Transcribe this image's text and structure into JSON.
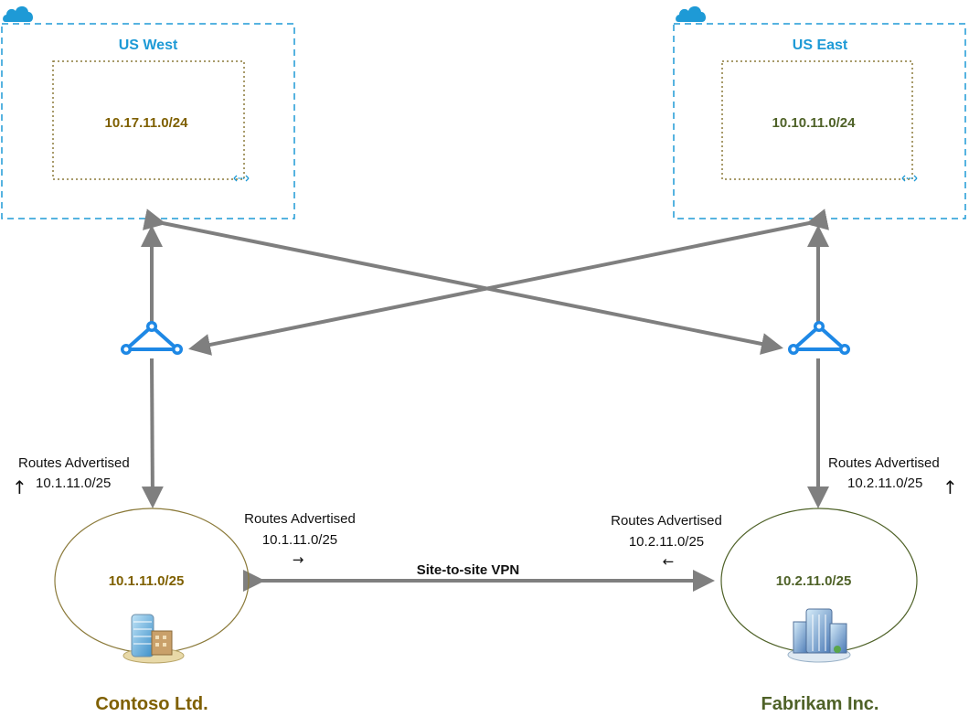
{
  "regions": {
    "west": {
      "title": "US West",
      "subnet": "10.17.11.0/24"
    },
    "east": {
      "title": "US East",
      "subnet": "10.10.11.0/24"
    }
  },
  "sites": {
    "contoso": {
      "name": "Contoso Ltd.",
      "subnet": "10.1.11.0/25"
    },
    "fabrikam": {
      "name": "Fabrikam Inc.",
      "subnet": "10.2.11.0/25"
    }
  },
  "routes": {
    "contoso_up": {
      "title": "Routes Advertised",
      "prefix": "10.1.11.0/25",
      "arrow": "↑"
    },
    "fabrikam_up": {
      "title": "Routes Advertised",
      "prefix": "10.2.11.0/25",
      "arrow": "↑"
    },
    "contoso_right": {
      "title": "Routes Advertised",
      "prefix": "10.1.11.0/25",
      "arrow": "→"
    },
    "fabrikam_left": {
      "title": "Routes Advertised",
      "prefix": "10.2.11.0/25",
      "arrow": "←"
    }
  },
  "vpn": {
    "label": "Site-to-site VPN"
  },
  "colors": {
    "region_border": "#1e9ad6",
    "region_title": "#1e9ad6",
    "subnet_west": "#7f6000",
    "subnet_east": "#4f6228",
    "contoso": "#7f6000",
    "fabrikam": "#4f6228",
    "site_ellipse": "#8b7a3a",
    "connector": "#7f7f7f",
    "gateway_icon": "#1e88e5"
  },
  "icons": {
    "cloud": "cloud-icon",
    "gateway": "vpn-gateway-icon",
    "expand": "expand-icon",
    "building_contoso": "office-building-icon",
    "building_fabrikam": "corporate-building-icon"
  }
}
